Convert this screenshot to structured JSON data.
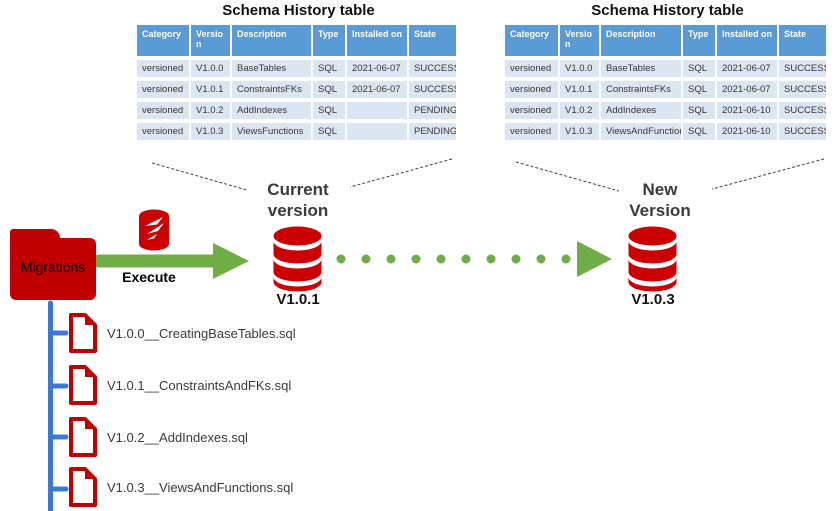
{
  "left_table": {
    "title": "Schema History table",
    "headers": [
      "Category",
      "Version",
      "Description",
      "Type",
      "Installed on",
      "State"
    ],
    "rows": [
      [
        "versioned",
        "V1.0.0",
        "BaseTables",
        "SQL",
        "2021-06-07",
        "SUCCESS"
      ],
      [
        "versioned",
        "V1.0.1",
        "ConstraintsFKs",
        "SQL",
        "2021-06-07",
        "SUCCESS"
      ],
      [
        "versioned",
        "V1.0.2",
        "AddIndexes",
        "SQL",
        "",
        "PENDING"
      ],
      [
        "versioned",
        "V1.0.3",
        "ViewsFunctions",
        "SQL",
        "",
        "PENDING"
      ]
    ]
  },
  "right_table": {
    "title": "Schema History table",
    "headers": [
      "Category",
      "Version",
      "Description",
      "Type",
      "Installed on",
      "State"
    ],
    "rows": [
      [
        "versioned",
        "V1.0.0",
        "BaseTables",
        "SQL",
        "2021-06-07",
        "SUCCESS"
      ],
      [
        "versioned",
        "V1.0.1",
        "ConstraintsFKs",
        "SQL",
        "2021-06-07",
        "SUCCESS"
      ],
      [
        "versioned",
        "V1.0.2",
        "AddIndexes",
        "SQL",
        "2021-06-10",
        "SUCCESS"
      ],
      [
        "versioned",
        "V1.0.3",
        "ViewsAndFunctions",
        "SQL",
        "2021-06-10",
        "SUCCESS"
      ]
    ]
  },
  "flow": {
    "folder_label": "Migrations",
    "execute_label": "Execute",
    "current_label_line1": "Current",
    "current_label_line2": "version",
    "current_db_version": "V1.0.1",
    "new_label_line1": "New",
    "new_label_line2": "Version",
    "new_db_version": "V1.0.3"
  },
  "files": [
    "V1.0.0__CreatingBaseTables.sql",
    "V1.0.1__ConstraintsAndFKs.sql",
    "V1.0.2__AddIndexes.sql",
    "V1.0.3__ViewsAndFunctions.sql"
  ],
  "icons": {
    "flyway": "flyway-wing-icon",
    "database": "database-cylinder-icon",
    "sql_file": "sql-file-icon",
    "folder": "migrations-folder-icon"
  },
  "colors": {
    "red": "#c00000",
    "green": "#70ad47",
    "tree_blue": "#3c78d8",
    "header_blue": "#5b9bd5",
    "row_blue": "#dce6f2"
  }
}
